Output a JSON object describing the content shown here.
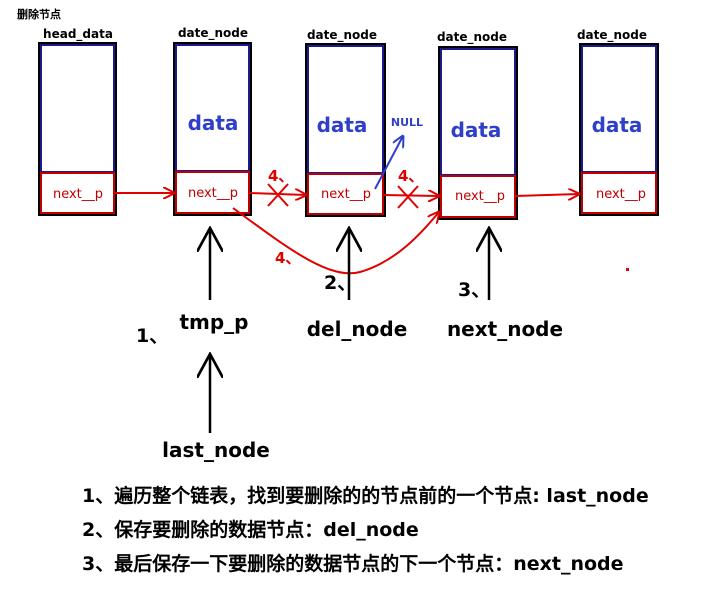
{
  "title": "删除节点",
  "nodes": [
    {
      "id": "n0",
      "header": "head_data",
      "body": "",
      "pointer": "next__p"
    },
    {
      "id": "n1",
      "header": "date_node",
      "body": "data",
      "pointer": "next__p"
    },
    {
      "id": "n2",
      "header": "date_node",
      "body": "data",
      "pointer": "next__p"
    },
    {
      "id": "n3",
      "header": "date_node",
      "body": "data",
      "pointer": "next__p"
    },
    {
      "id": "n4",
      "header": "date_node",
      "body": "data",
      "pointer": "next__p"
    }
  ],
  "null_label": "NULL",
  "pointers": [
    {
      "step": "1、",
      "name": "tmp_p"
    },
    {
      "step": "2、",
      "name": "del_node"
    },
    {
      "step": "3、",
      "name": "next_node"
    },
    {
      "step": "",
      "name": "last_node"
    }
  ],
  "step4_labels": [
    "4、",
    "4、",
    "4、"
  ],
  "notes": [
    "1、遍历整个链表，找到要删除的的节点前的一个节点: last_node",
    "2、保存要删除的数据节点：del_node",
    "3、最后保存一下要删除的数据节点的下一个节点：next_node"
  ],
  "colors": {
    "node_border": "#1a1a8c",
    "pointer_border": "#c00000",
    "arrow_red": "#e00000",
    "data_text": "#2f3fc8",
    "null_arrow": "#2f3fc8",
    "black": "#000000"
  }
}
